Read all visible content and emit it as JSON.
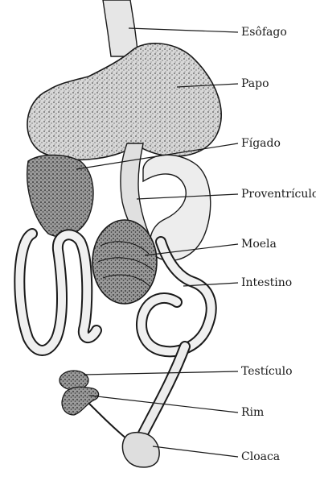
{
  "labels": {
    "esofago": "Esôfago",
    "papo": "Papo",
    "figado": "Fígado",
    "proventriculo": "Proventrículo",
    "moela": "Moela",
    "intestino": "Intestino",
    "testiculo": "Testículo",
    "rim": "Rim",
    "cloaca": "Cloaca"
  },
  "colors": {
    "ink": "#1a1a1a",
    "organ_fill": "#cfcfcf",
    "organ_light": "#ececec",
    "organ_dark": "#8a8a8a"
  }
}
